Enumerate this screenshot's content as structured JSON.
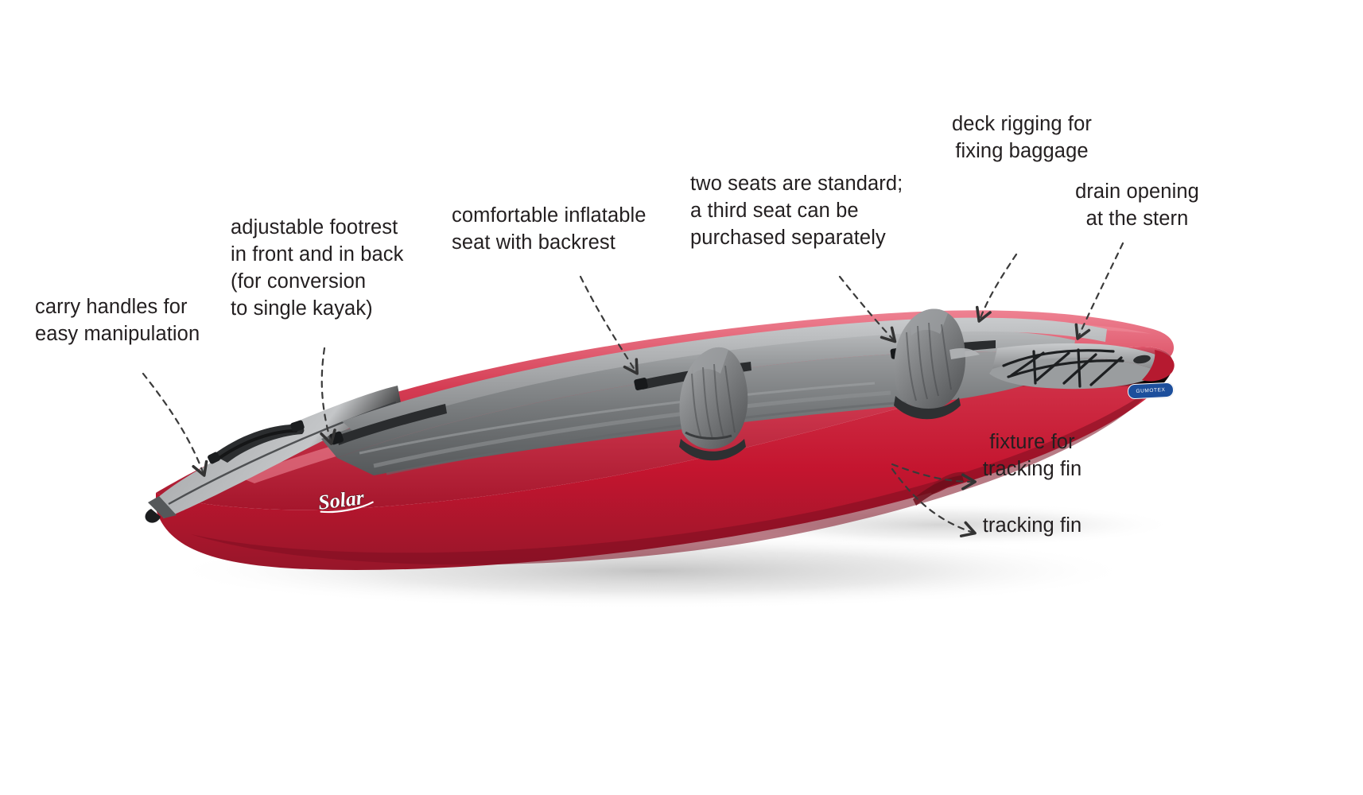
{
  "page": {
    "title": "Gumotex Solar inflatable kayak — annotated features",
    "background_color": "#ffffff",
    "text_color": "#231f20"
  },
  "product": {
    "name": "Solar",
    "hull_logo_text": "Solar",
    "brand_badge_text": "GUMOTEX",
    "colors": {
      "hull_red": "#c8213a",
      "hull_red_light": "#e0485e",
      "hull_red_dark": "#8e1527",
      "deck_grey": "#6f7173",
      "deck_grey_light": "#a7a9ac",
      "deck_grey_dark": "#4a4c4e",
      "seat_grey": "#86888a",
      "accent_blue": "#1d4f9c",
      "shadow": "#d9d9d9"
    }
  },
  "callouts": [
    {
      "id": "carry-handles",
      "text": "carry handles for\neasy manipulation",
      "align": "left"
    },
    {
      "id": "adjustable-footrest",
      "text": "adjustable footrest\nin front and in back\n(for conversion\nto single kayak)",
      "align": "left"
    },
    {
      "id": "inflatable-seat",
      "text": "comfortable inflatable\nseat with backrest",
      "align": "left"
    },
    {
      "id": "two-seats",
      "text": "two seats are standard;\na third seat can be\npurchased separately",
      "align": "left"
    },
    {
      "id": "deck-rigging",
      "text": "deck rigging for\nfixing baggage",
      "align": "center"
    },
    {
      "id": "drain-opening",
      "text": "drain opening\nat the stern",
      "align": "center"
    },
    {
      "id": "fixture-tracking-fin",
      "text": "fixture for\ntracking fin",
      "align": "center"
    },
    {
      "id": "tracking-fin",
      "text": "tracking fin",
      "align": "center"
    }
  ],
  "leader_lines": {
    "style": "dashed-curved-arrow",
    "color": "#3a3a3a",
    "dash": "7 7",
    "width": 2.2,
    "count": 8
  }
}
